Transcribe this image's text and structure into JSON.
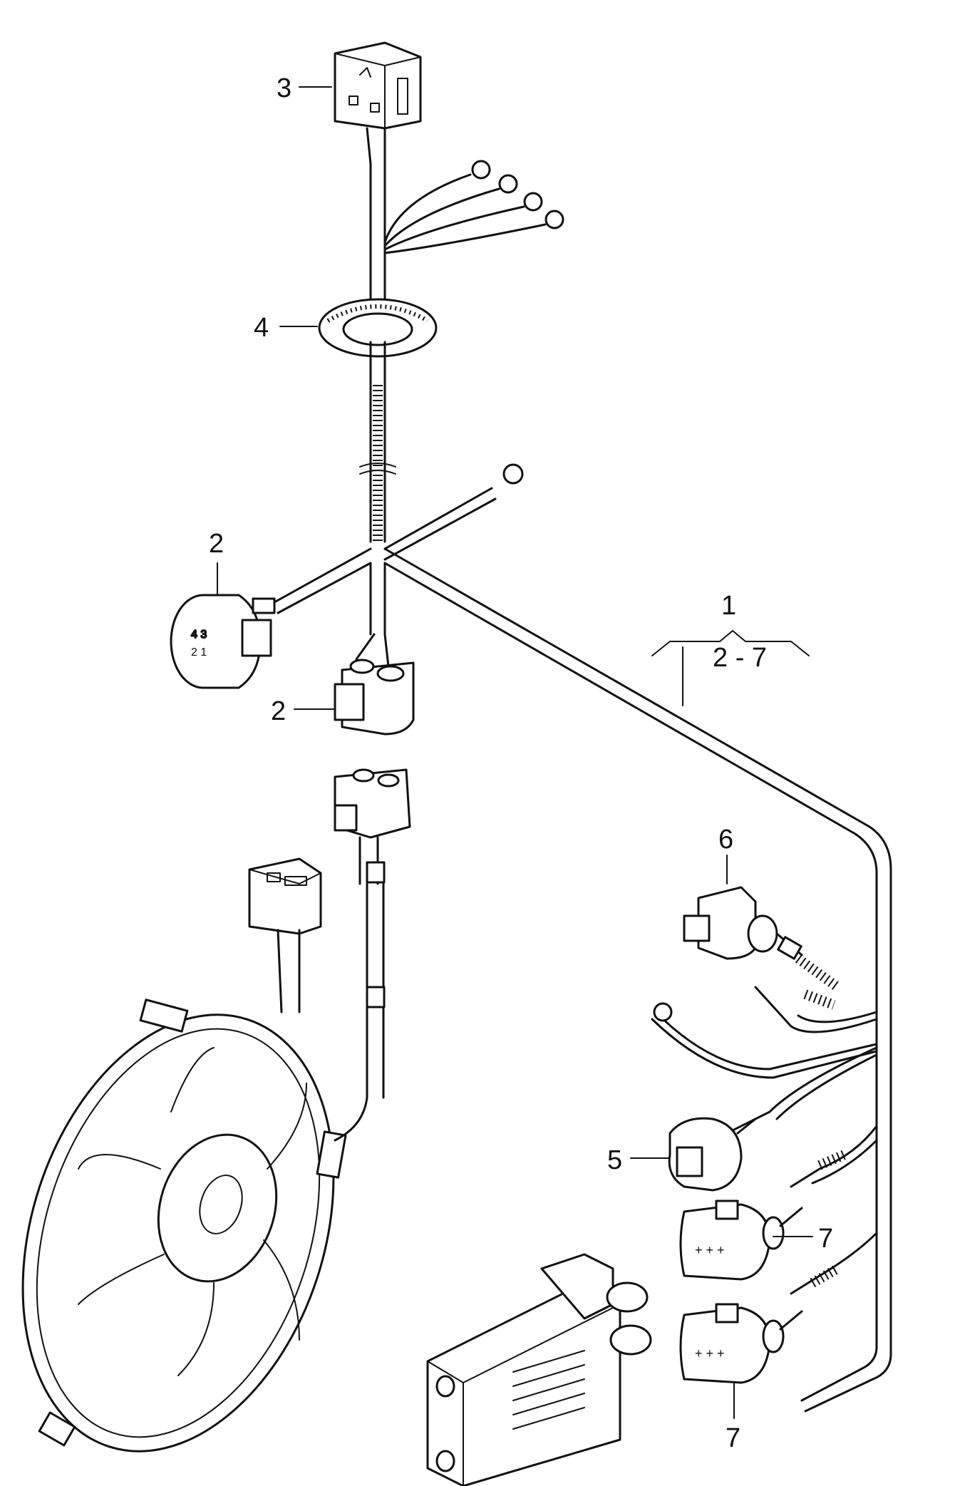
{
  "callouts": [
    {
      "id": "harness",
      "number": "1",
      "range": "2 - 7"
    },
    {
      "id": "connector-left",
      "number": "2"
    },
    {
      "id": "connector-mid",
      "number": "2"
    },
    {
      "id": "relay-socket",
      "number": "3"
    },
    {
      "id": "grommet",
      "number": "4"
    },
    {
      "id": "connector-small",
      "number": "5"
    },
    {
      "id": "connector-top-right",
      "number": "6"
    },
    {
      "id": "connector-right-a",
      "number": "7"
    },
    {
      "id": "connector-right-b",
      "number": "7"
    }
  ],
  "colors": {
    "line": "#111111",
    "background": "#ffffff"
  }
}
